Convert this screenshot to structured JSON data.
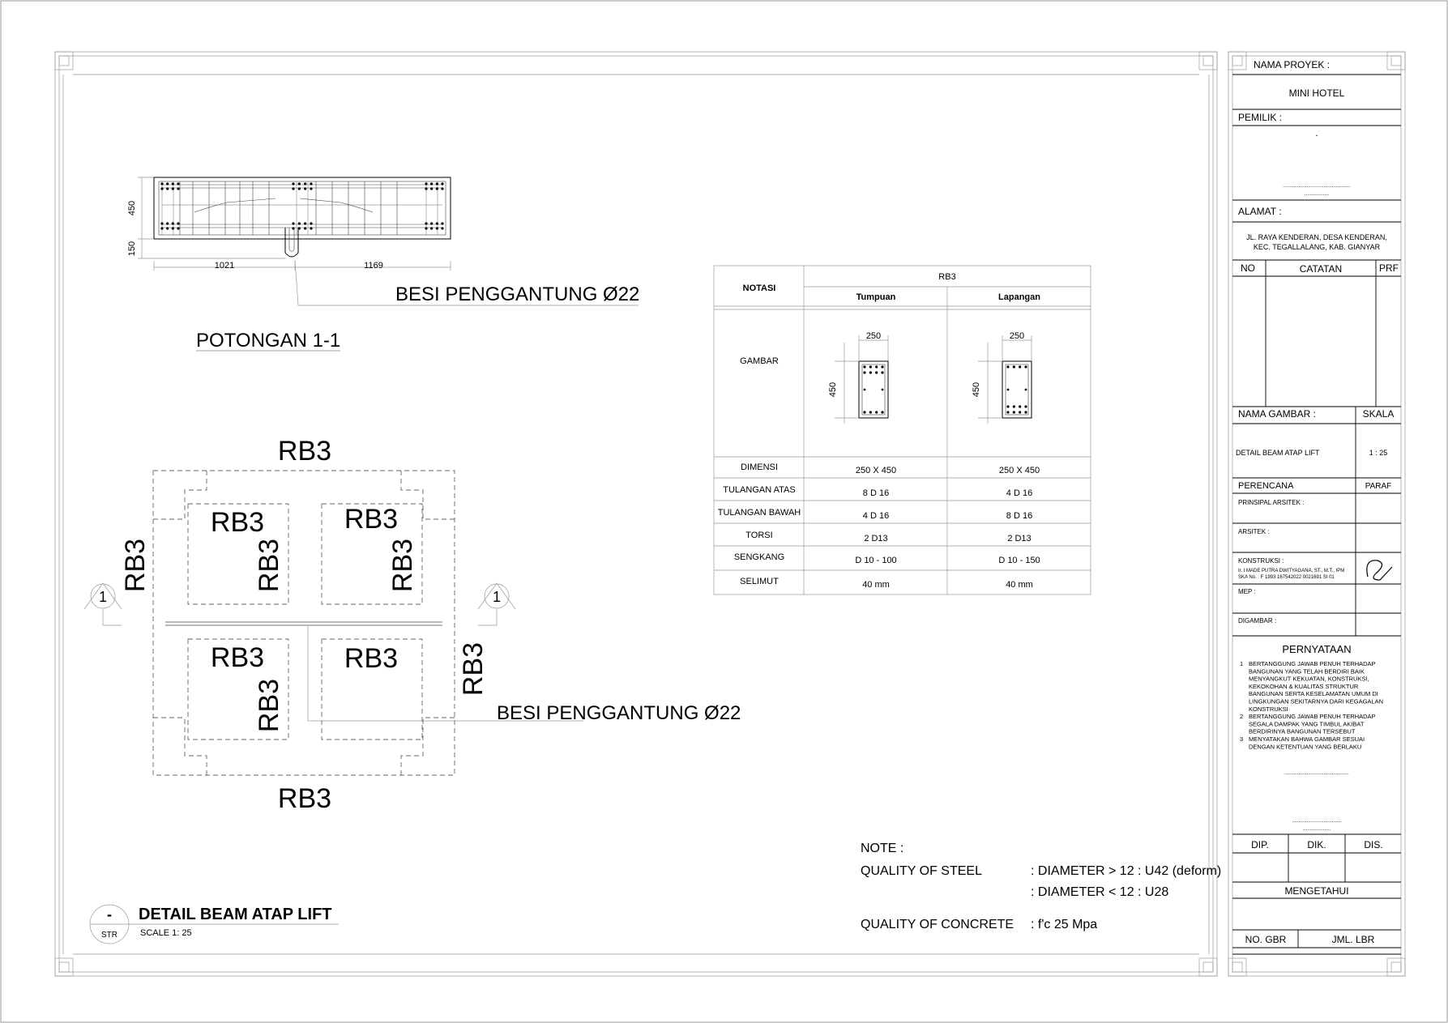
{
  "beam_section": {
    "dim_height": "450",
    "dim_hanger": "150",
    "dim_left": "1021",
    "dim_right": "1169",
    "hanger_label": "BESI PENGGANTUNG Ø22",
    "section_title": "POTONGAN 1-1"
  },
  "plan": {
    "beam_label": "RB3",
    "section_marker": "1",
    "hanger_label": "BESI PENGGANTUNG Ø22"
  },
  "schedule": {
    "notasi_header": "NOTASI",
    "beam_header": "RB3",
    "col_tumpuan": "Tumpuan",
    "col_lapangan": "Lapangan",
    "gambar_label": "GAMBAR",
    "section_width": "250",
    "section_height": "450",
    "rows": [
      {
        "label": "DIMENSI",
        "tumpuan": "250 X 450",
        "lapangan": "250 X 450"
      },
      {
        "label": "TULANGAN  ATAS",
        "tumpuan": "8 D 16",
        "lapangan": "4 D 16"
      },
      {
        "label": "TULANGAN  BAWAH",
        "tumpuan": "4 D 16",
        "lapangan": "8 D 16"
      },
      {
        "label": "TORSI",
        "tumpuan": "2 D13",
        "lapangan": "2 D13"
      },
      {
        "label": "SENGKANG",
        "tumpuan": "D 10 - 100",
        "lapangan": "D 10 - 150"
      },
      {
        "label": "SELIMUT",
        "tumpuan": "40 mm",
        "lapangan": "40 mm"
      }
    ]
  },
  "notes": {
    "heading": "NOTE :",
    "steel_label": "QUALITY OF STEEL",
    "steel_1": ": DIAMETER > 12 : U42 (deform)",
    "steel_2": ": DIAMETER < 12 : U28",
    "concrete_label": "QUALITY OF CONCRETE",
    "concrete_value": ": f'c 25 Mpa"
  },
  "drawing_title": {
    "number": "-",
    "code": "STR",
    "title": "DETAIL BEAM ATAP LIFT",
    "scale": "SCALE 1:  25"
  },
  "title_block": {
    "project_label": "NAMA PROYEK :",
    "project_name": "MINI HOTEL",
    "owner_label": "PEMILIK :",
    "owner_name": ".",
    "owner_sig_line": "...........................................",
    "owner_sig_line2": "................",
    "address_label": "ALAMAT :",
    "address_1": "JL. RAYA KENDERAN, DESA KENDERAN,",
    "address_2": "KEC. TEGALLALANG, KAB. GIANYAR",
    "no_label": "NO",
    "notes_label": "CATATAN",
    "prf_label": "PRF",
    "drawing_name_label": "NAMA GAMBAR :",
    "scale_label": "SKALA",
    "drawing_name": "DETAIL BEAM ATAP LIFT",
    "scale_value": "1  :  25",
    "planner_label": "PERENCANA",
    "paraf_label": "PARAF",
    "principal_label": "PRINSIPAL ARSITEK :",
    "architect_label": "ARSITEK :",
    "construction_label": "KONSTRUKSI :",
    "engineer_name": "Ir. I MADE PUTRA DWITYAGANA, ST., M.T., IPM",
    "engineer_ska": "SKA No. : F 1993 167542022 0021691 SI 01",
    "mep_label": "MEP :",
    "drafted_label": "DIGAMBAR :",
    "statement_title": "PERNYATAAN",
    "statements": [
      {
        "num": "1",
        "lines": [
          "BERTANGGUNG  JAWAB  PENUH  TERHADAP",
          "BANGUNAN  YANG  TELAH  BERDIRI  BAIK",
          "MENYANGKUT   KEKUATAN,   KONSTRUKSI,",
          "KEKOKOHAN  &  KUALITAS  STRUKTUR",
          "BANGUNAN SERTA KESELAMATAN UMUM DI",
          "LINGKUNGAN SEKITARNYA DARI KEGAGALAN",
          "KONSTRUKSI"
        ]
      },
      {
        "num": "2",
        "lines": [
          "BERTANGGUNG  JAWAB  PENUH  TERHADAP",
          "SEGALA  DAMPAK  YANG  TIMBUL  AKIBAT",
          "BERDIRINYA BANGUNAN TERSEBUT"
        ]
      },
      {
        "num": "3",
        "lines": [
          "MENYATAKAN  BAHWA  GAMBAR  SESUAI",
          "DENGAN KETENTUAN YANG BERLAKU"
        ]
      }
    ],
    "statement_sig_line": ".........................................",
    "statement_sig_line2": "...............................",
    "statement_sig_line3": "..................",
    "dip_label": "DIP.",
    "dik_label": "DIK.",
    "dis_label": "DIS.",
    "approval_label": "MENGETAHUI",
    "sheet_no_label": "NO. GBR",
    "sheet_count_label": "JML. LBR"
  }
}
